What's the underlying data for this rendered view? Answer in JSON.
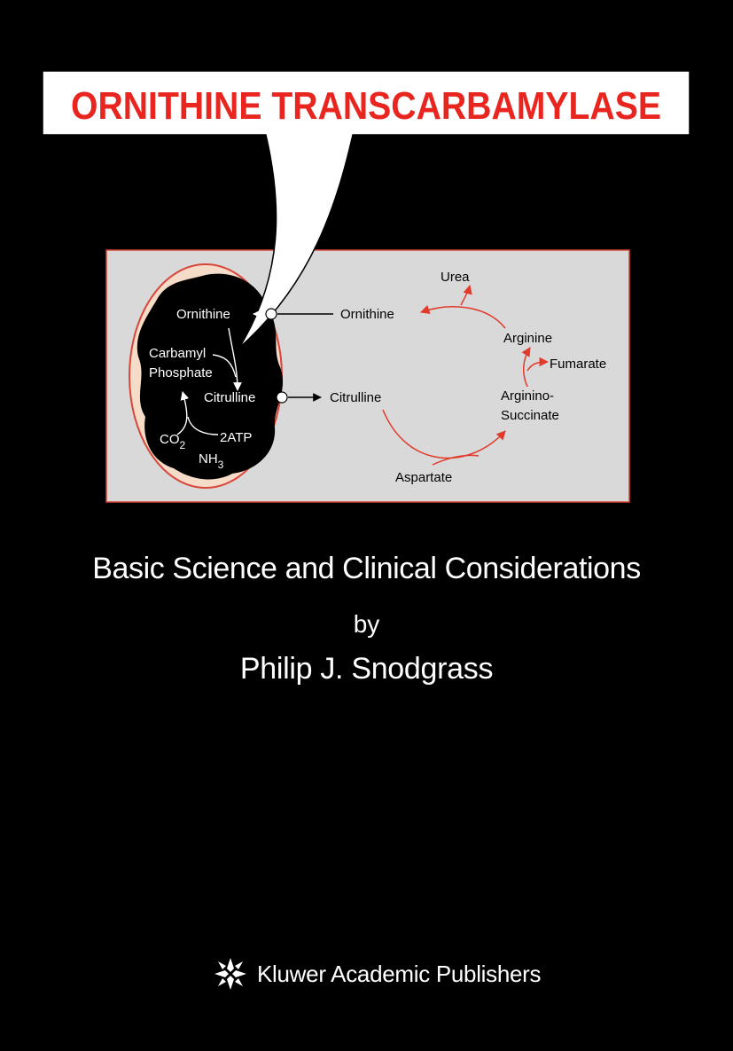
{
  "book": {
    "title": "ORNITHINE TRANSCARBAMYLASE",
    "subtitle": "Basic Science and Clinical Considerations",
    "by": "by",
    "author": "Philip J. Snodgrass",
    "publisher": "Kluwer Academic Publishers"
  },
  "diagram": {
    "inside": {
      "ornithine": "Ornithine",
      "carbamyl_line1": "Carbamyl",
      "carbamyl_line2": "Phosphate",
      "citrulline": "Citrulline",
      "co2_base": "CO",
      "co2_sub": "2",
      "atp": "2ATP",
      "nh3_base": "NH",
      "nh3_sub": "3"
    },
    "outside": {
      "ornithine": "Ornithine",
      "citrulline": "Citrulline",
      "urea": "Urea",
      "arginine": "Arginine",
      "fumarate": "Fumarate",
      "argininosuccinate_line1": "Arginino-",
      "argininosuccinate_line2": "Succinate",
      "aspartate": "Aspartate"
    }
  },
  "colors": {
    "background": "#000000",
    "title_red": "#e8251f",
    "panel_gray": "#d9d9d9",
    "panel_border": "#d9453a",
    "arrow_red": "#e23a2a",
    "mito_rim": "#f5dcc8"
  },
  "icons": {
    "publisher_logo": "kluwer-star-logo-icon"
  }
}
